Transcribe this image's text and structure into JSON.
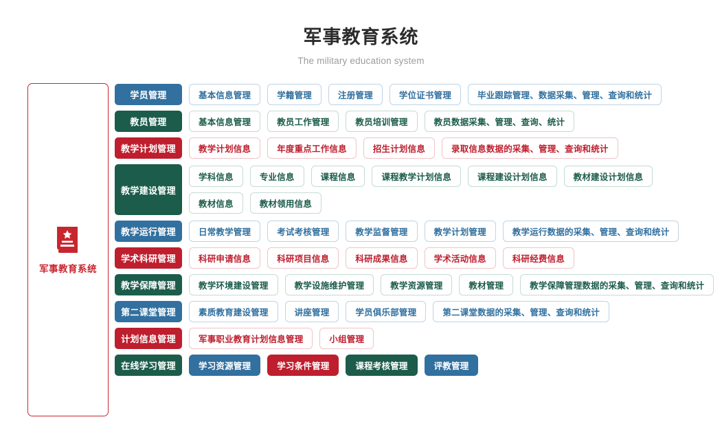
{
  "header": {
    "title": "军事教育系统",
    "subtitle": "The military education system"
  },
  "sidebar": {
    "icon": "book-star-icon",
    "label": "军事教育系统",
    "accent_color": "#c8262f"
  },
  "colors": {
    "blue": "#31709f",
    "green": "#1b5c4a",
    "red": "#be1e2d",
    "blue_border": "#bcd4e6",
    "green_border": "#c3dbd2",
    "red_border": "#f0c3c7",
    "title": "#2b2b2b",
    "subtitle": "#9b9b9b",
    "background": "#ffffff"
  },
  "rows": [
    {
      "category": "学员管理",
      "color": "blue",
      "style": "solid",
      "items_style": "outline",
      "subrows": [
        [
          "基本信息管理",
          "学籍管理",
          "注册管理",
          "学位证书管理",
          "毕业跟踪管理、数据采集、管理、查询和统计"
        ]
      ]
    },
    {
      "category": "教员管理",
      "color": "green",
      "style": "solid",
      "items_style": "outline",
      "subrows": [
        [
          "基本信息管理",
          "教员工作管理",
          "教员培训管理",
          "教员数据采集、管理、查询、统计"
        ]
      ]
    },
    {
      "category": "教学计划管理",
      "color": "red",
      "style": "solid",
      "items_style": "outline",
      "subrows": [
        [
          "教学计划信息",
          "年度重点工作信息",
          "招生计划信息",
          "录取信息数据的采集、管理、查询和统计"
        ]
      ]
    },
    {
      "category": "教学建设管理",
      "color": "green",
      "style": "solid",
      "items_style": "outline",
      "tall": true,
      "subrows": [
        [
          "学科信息",
          "专业信息",
          "课程信息",
          "课程教学计划信息",
          "课程建设计划信息",
          "教材建设计划信息"
        ],
        [
          "教材信息",
          "教材领用信息"
        ]
      ]
    },
    {
      "category": "教学运行管理",
      "color": "blue",
      "style": "solid",
      "items_style": "outline",
      "subrows": [
        [
          "日常教学管理",
          "考试考核管理",
          "教学监督管理",
          "教学计划管理",
          "教学运行数据的采集、管理、查询和统计"
        ]
      ]
    },
    {
      "category": "学术科研管理",
      "color": "red",
      "style": "solid",
      "items_style": "outline",
      "subrows": [
        [
          "科研申请信息",
          "科研项目信息",
          "科研成果信息",
          "学术活动信息",
          "科研经费信息"
        ]
      ]
    },
    {
      "category": "教学保障管理",
      "color": "green",
      "style": "solid",
      "items_style": "outline",
      "subrows": [
        [
          "教学环境建设管理",
          "教学设施维护管理",
          "教学资源管理",
          "教材管理",
          "教学保障管理数据的采集、管理、查询和统计"
        ]
      ]
    },
    {
      "category": "第二课堂管理",
      "color": "blue",
      "style": "solid",
      "items_style": "outline",
      "subrows": [
        [
          "素质教育建设管理",
          "讲座管理",
          "学员俱乐部管理",
          "第二课堂数据的采集、管理、查询和统计"
        ]
      ]
    },
    {
      "category": "计划信息管理",
      "color": "red",
      "style": "solid",
      "items_style": "outline",
      "subrows": [
        [
          "军事职业教育计划信息管理",
          "小组管理"
        ]
      ]
    },
    {
      "category": "在线学习管理",
      "color": "green",
      "style": "solid",
      "items_style": "solid",
      "subrows": [
        [
          "学习资源管理",
          "学习条件管理",
          "课程考核管理",
          "评教管理"
        ]
      ],
      "item_colors": [
        [
          "blue",
          "red",
          "green",
          "blue"
        ]
      ]
    }
  ]
}
